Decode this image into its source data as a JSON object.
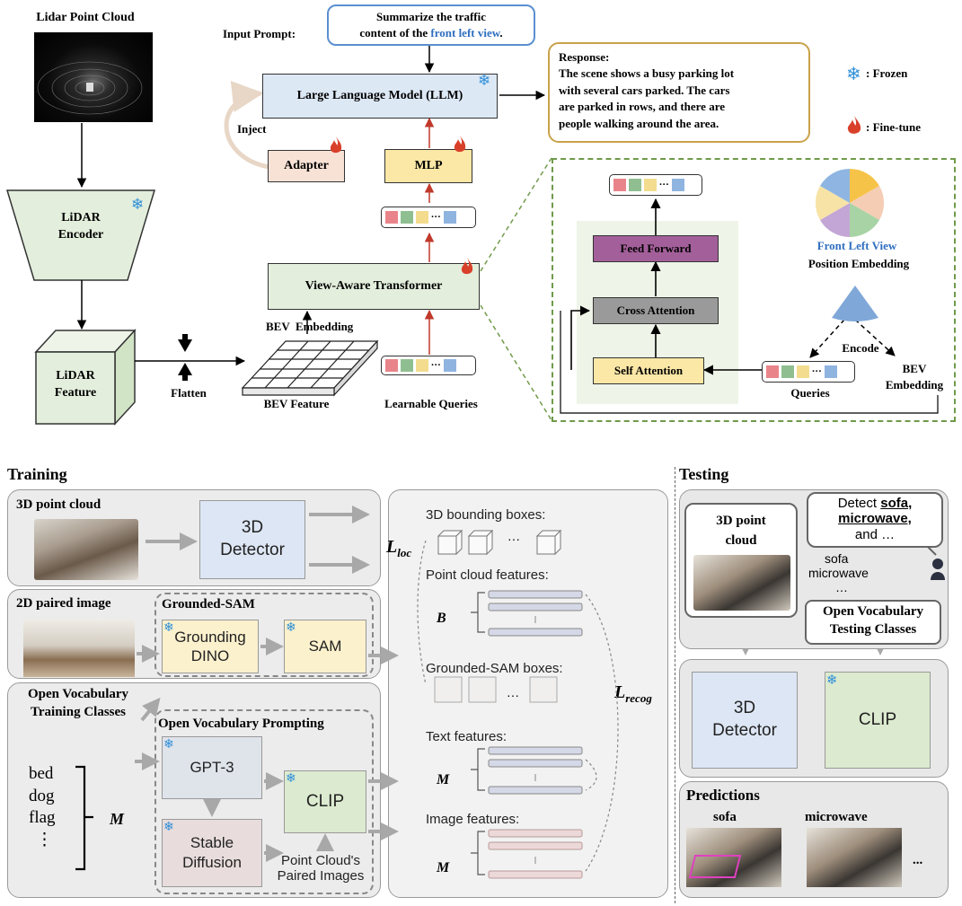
{
  "top": {
    "lidar_title": "Lidar Point Cloud",
    "lidar_encoder": "LiDAR\nEncoder",
    "lidar_feature": "LiDAR\nFeature",
    "flatten": "Flatten",
    "bev_feature": "BEV Feature",
    "bev_embedding": "BEV  Embedding",
    "learnable_queries": "Learnable Queries",
    "input_prompt_label": "Input Prompt:",
    "prompt_text_1": "Summarize the traffic",
    "prompt_text_2": "content of the ",
    "prompt_highlight": "front left view",
    "prompt_end": ".",
    "llm": "Large Language Model (LLM)",
    "inject": "Inject",
    "adapter": "Adapter",
    "mlp": "MLP",
    "view_aware": "View-Aware Transformer",
    "response_title": "Response:",
    "response_lines": [
      "The scene shows a busy parking lot",
      "with several cars parked. The cars",
      "are parked in rows, and there are",
      "people walking around the area."
    ],
    "legend_frozen": ": Frozen",
    "legend_finetune": ": Fine-tune",
    "feed_forward": "Feed Forward",
    "cross_attention": "Cross Attention",
    "self_attention": "Self Attention",
    "front_left_view": "Front Left View",
    "position_embedding": "Position Embedding",
    "encode": "Encode",
    "queries": "Queries",
    "bev_embedding_2": "BEV\nEmbedding",
    "ellipsis": "···"
  },
  "training": {
    "heading": "Training",
    "point_cloud": "3D point cloud",
    "detector": "3D\nDetector",
    "paired_image": "2D paired image",
    "grounded_sam": "Grounded-SAM",
    "grounding_dino": "Grounding\nDINO",
    "sam": "SAM",
    "ov_training": "Open Vocabulary\nTraining Classes",
    "ov_prompting": "Open Vocabulary Prompting",
    "gpt3": "GPT-3",
    "stable_diffusion": "Stable\nDiffusion",
    "clip": "CLIP",
    "paired_images_note": "Point Cloud's\nPaired Images",
    "classes": [
      "bed",
      "dog",
      "flag",
      "⋮"
    ],
    "m_label": "M",
    "bboxes": "3D bounding boxes:",
    "pc_features": "Point cloud features:",
    "gs_boxes": "Grounded-SAM boxes:",
    "text_features": "Text features:",
    "image_features": "Image features:",
    "b_label": "B",
    "loss_loc": "L",
    "loss_loc_sub": "loc",
    "loss_recog": "L",
    "loss_recog_sub": "recog",
    "dots": "···"
  },
  "testing": {
    "heading": "Testing",
    "point_cloud": "3D point\ncloud",
    "detect_prefix": "Detect ",
    "detect_words": [
      "sofa,",
      "microwave,"
    ],
    "detect_suffix": "and …",
    "sofa": "sofa",
    "microwave": "microwave",
    "ellipsis": "…",
    "ov_testing": "Open Vocabulary\nTesting Classes",
    "detector": "3D\nDetector",
    "clip": "CLIP",
    "predictions": "Predictions",
    "pred_sofa": "sofa",
    "pred_microwave": "microwave",
    "pred_more": "..."
  },
  "colors": {
    "frozen": "#2f8fd8",
    "finetune": "#d9402a",
    "highlight": "#2f6fc0",
    "red_arrow": "#c0392b",
    "green_dash": "#6f9a4a"
  }
}
